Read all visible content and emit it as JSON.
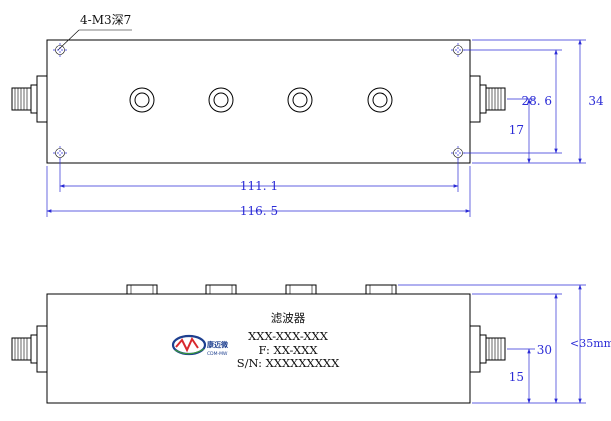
{
  "top_view": {
    "callout": "4-M3深7",
    "dim_length_holes": "111. 1",
    "dim_length_body": "116. 5",
    "dim_height_holes": "28. 6",
    "dim_height_body": "34",
    "dim_port_offset": "17"
  },
  "side_view": {
    "label_name": "滤波器",
    "label_model": "XXX-XXX-XXX",
    "label_freq": "F: XX-XXX",
    "label_serial": "S/N: XXXXXXXXX",
    "logo_name": "康迈微",
    "logo_subtext": "CDM-MW",
    "dim_height_body": "30",
    "dim_height_max": "<35mm",
    "dim_port_offset": "15"
  },
  "colors": {
    "dimension": "#2b2bd6",
    "outline": "#000000",
    "logo_blue": "#1d3f8f",
    "logo_red": "#d8282d",
    "logo_green": "#3a9a3a"
  }
}
